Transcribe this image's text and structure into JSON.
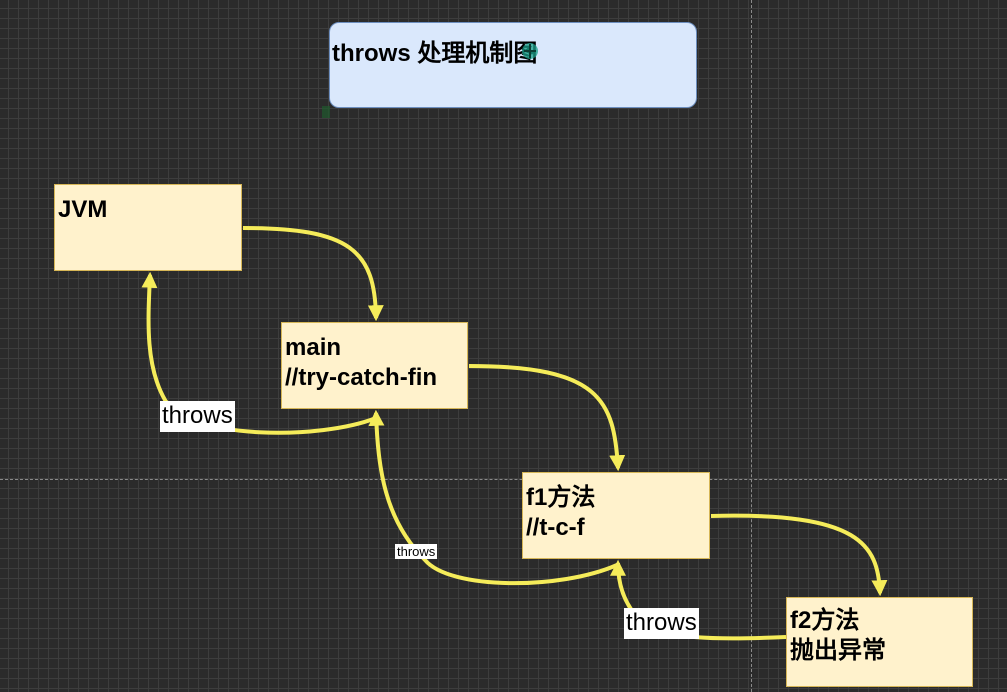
{
  "title": "throws 处理机制图",
  "nodes": {
    "jvm": {
      "line1": "JVM"
    },
    "main": {
      "line1": "main",
      "line2": "//try-catch-fin"
    },
    "f1": {
      "line1": "f1方法",
      "line2": "//t-c-f"
    },
    "f2": {
      "line1": "f2方法",
      "line2": "抛出异常"
    }
  },
  "edge_labels": {
    "main_to_jvm": "throws",
    "f1_to_main": "throws",
    "f2_to_f1": "throws"
  },
  "colors": {
    "background": "#2b2b2b",
    "grid": "#3d3d3d",
    "title_fill": "#dae8fc",
    "title_stroke": "#6c8ebf",
    "node_fill": "#fff2cc",
    "node_stroke": "#d6b656",
    "arrow": "#f5ec5a"
  }
}
